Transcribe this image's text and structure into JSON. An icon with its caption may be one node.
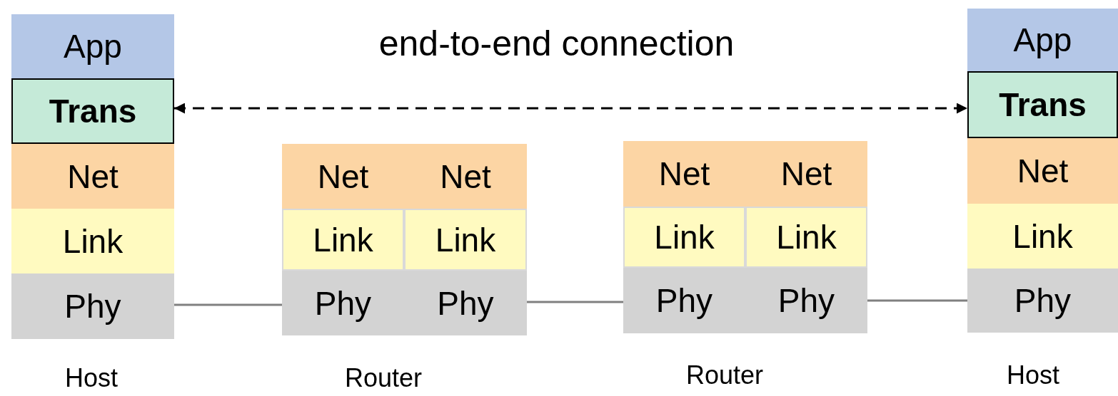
{
  "diagram": {
    "nodes": [
      {
        "text": [
          "App"
        ]
      },
      {
        "text": [
          "Trans"
        ]
      },
      {
        "text": [
          "Net"
        ]
      },
      {
        "text": [
          "Link"
        ]
      },
      {
        "text": [
          "Phy"
        ]
      },
      {
        "text": [
          "Net"
        ]
      },
      {
        "text": [
          "Net"
        ]
      },
      {
        "text": [
          "Link"
        ]
      },
      {
        "text": [
          "Link"
        ]
      },
      {
        "text": [
          "Phy"
        ]
      },
      {
        "text": [
          "Phy"
        ]
      },
      {
        "text": [
          "Net"
        ]
      },
      {
        "text": [
          "Net"
        ]
      },
      {
        "text": [
          "Link"
        ]
      },
      {
        "text": [
          "Link"
        ]
      },
      {
        "text": [
          "Phy"
        ]
      },
      {
        "text": [
          "Phy"
        ]
      },
      {
        "text": [
          "App"
        ]
      },
      {
        "text": [
          "Trans"
        ]
      },
      {
        "text": [
          "Net"
        ]
      },
      {
        "text": [
          "Link"
        ]
      },
      {
        "text": [
          "Phy"
        ]
      }
    ],
    "edges": [
      {
        "from": 1,
        "to": 18,
        "arrow": "both",
        "label": "end-to-end connection",
        "style": "dashed",
        "color": "#000000"
      },
      {
        "from": 4,
        "to": 9,
        "arrow": "none"
      },
      {
        "from": 10,
        "to": 15,
        "arrow": "none"
      },
      {
        "from": 16,
        "to": 21,
        "arrow": "none"
      }
    ],
    "labels": [
      "Host",
      "Router",
      "Router",
      "Host"
    ]
  }
}
